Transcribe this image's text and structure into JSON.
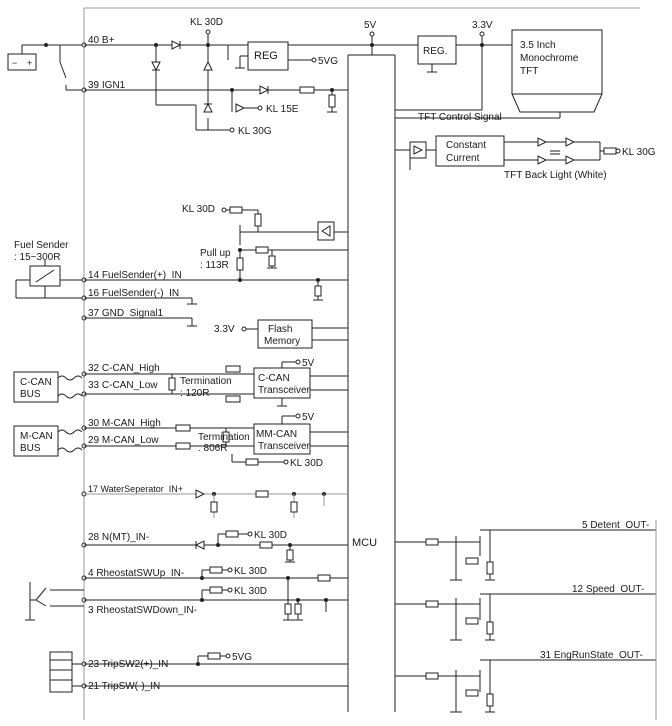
{
  "labels": {
    "kl30d_top": "KL 30D",
    "v5_top": "5V",
    "v33_top": "3.3V",
    "b_plus": "40 B+",
    "ign1": "39 IGN1",
    "reg1": "REG",
    "reg2": "REG.",
    "v5g": "5VG",
    "kl15e": "KL 15E",
    "kl30g_1": "KL 30G",
    "tft_line1": "3.5 Inch",
    "tft_line2": "Monochrome",
    "tft_line3": "TFT",
    "tft_control": "TFT Control Signal",
    "cc_line1": "Constant",
    "cc_line2": "Current",
    "kl30g_2": "KL 30G",
    "backlight": "TFT Back Light (White)",
    "kl30d_fuel": "KL 30D",
    "fuel_sender": "Fuel Sender",
    "fuel_range": ": 15~300R",
    "pullup1": "Pull up",
    "pullup2": ": 113R",
    "fuel_plus": "14 FuelSender(+)_IN",
    "fuel_minus": "16 FuelSender(-)_IN",
    "gnd_signal": "37 GND_Signal1",
    "v33_flash": "3.3V",
    "flash1": "Flash",
    "flash2": "Memory",
    "c_can_high": "32 C-CAN_High",
    "c_can_low": "33 C-CAN_Low",
    "c_can_bus1": "C-CAN",
    "c_can_bus2": "BUS",
    "term1": "Termination",
    "term1_val": ": 120R",
    "v5_ccan": "5V",
    "ccan_t1": "C-CAN",
    "ccan_t2": "Transceiver",
    "m_can_high": "30 M-CAN_High",
    "m_can_low": "29 M-CAN_Low",
    "m_can_bus1": "M-CAN",
    "m_can_bus2": "BUS",
    "term2": "Termination",
    "term2_val": ": 806R",
    "v5_mcan": "5V",
    "mcan_t1": "MM-CAN",
    "mcan_t2": "Transceiver",
    "kl30d_mcan": "KL 30D",
    "water_sep": "17 WaterSeperator_IN+",
    "nmt": "28 N(MT)_IN-",
    "kl30d_nmt": "KL 30D",
    "mcu": "MCU",
    "detent_out": "5 Detent_OUT-",
    "rheo_up": "4 RheostatSWUp_IN-",
    "kl30d_up": "KL 30D",
    "kl30d_down": "KL 30D",
    "rheo_down": "3 RheostatSWDown_IN-",
    "speed_out": "12 Speed_OUT-",
    "engrun_out": "31 EngRunState_OUT-",
    "trip2": "23 TripSW2(+)_IN",
    "v5g_trip": "5VG",
    "trip_minus": "21 TripSW(-)_IN",
    "battery_plus": "+",
    "battery_minus": "−"
  }
}
